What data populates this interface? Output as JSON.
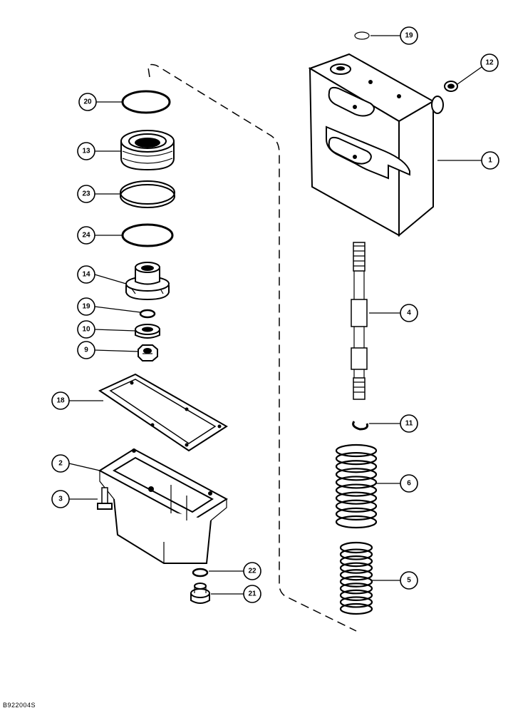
{
  "diagram": {
    "reference_code": "B922004S",
    "callouts": [
      {
        "id": "c19a",
        "label": "19",
        "name": "o-ring-top"
      },
      {
        "id": "c12",
        "label": "12",
        "name": "plug"
      },
      {
        "id": "c1",
        "label": "1",
        "name": "valve-housing"
      },
      {
        "id": "c20",
        "label": "20",
        "name": "o-ring-large"
      },
      {
        "id": "c13",
        "label": "13",
        "name": "seal-assembly"
      },
      {
        "id": "c23",
        "label": "23",
        "name": "backup-ring"
      },
      {
        "id": "c24",
        "label": "24",
        "name": "o-ring"
      },
      {
        "id": "c14",
        "label": "14",
        "name": "piston"
      },
      {
        "id": "c19b",
        "label": "19",
        "name": "o-ring-small"
      },
      {
        "id": "c10",
        "label": "10",
        "name": "washer"
      },
      {
        "id": "c9",
        "label": "9",
        "name": "nut"
      },
      {
        "id": "c4",
        "label": "4",
        "name": "spool-rod"
      },
      {
        "id": "c18",
        "label": "18",
        "name": "gasket"
      },
      {
        "id": "c11",
        "label": "11",
        "name": "snap-ring"
      },
      {
        "id": "c2",
        "label": "2",
        "name": "cover"
      },
      {
        "id": "c6",
        "label": "6",
        "name": "outer-spring"
      },
      {
        "id": "c3",
        "label": "3",
        "name": "bolt"
      },
      {
        "id": "c5",
        "label": "5",
        "name": "inner-spring"
      },
      {
        "id": "c22",
        "label": "22",
        "name": "o-ring-plug"
      },
      {
        "id": "c21",
        "label": "21",
        "name": "drain-plug"
      }
    ]
  }
}
